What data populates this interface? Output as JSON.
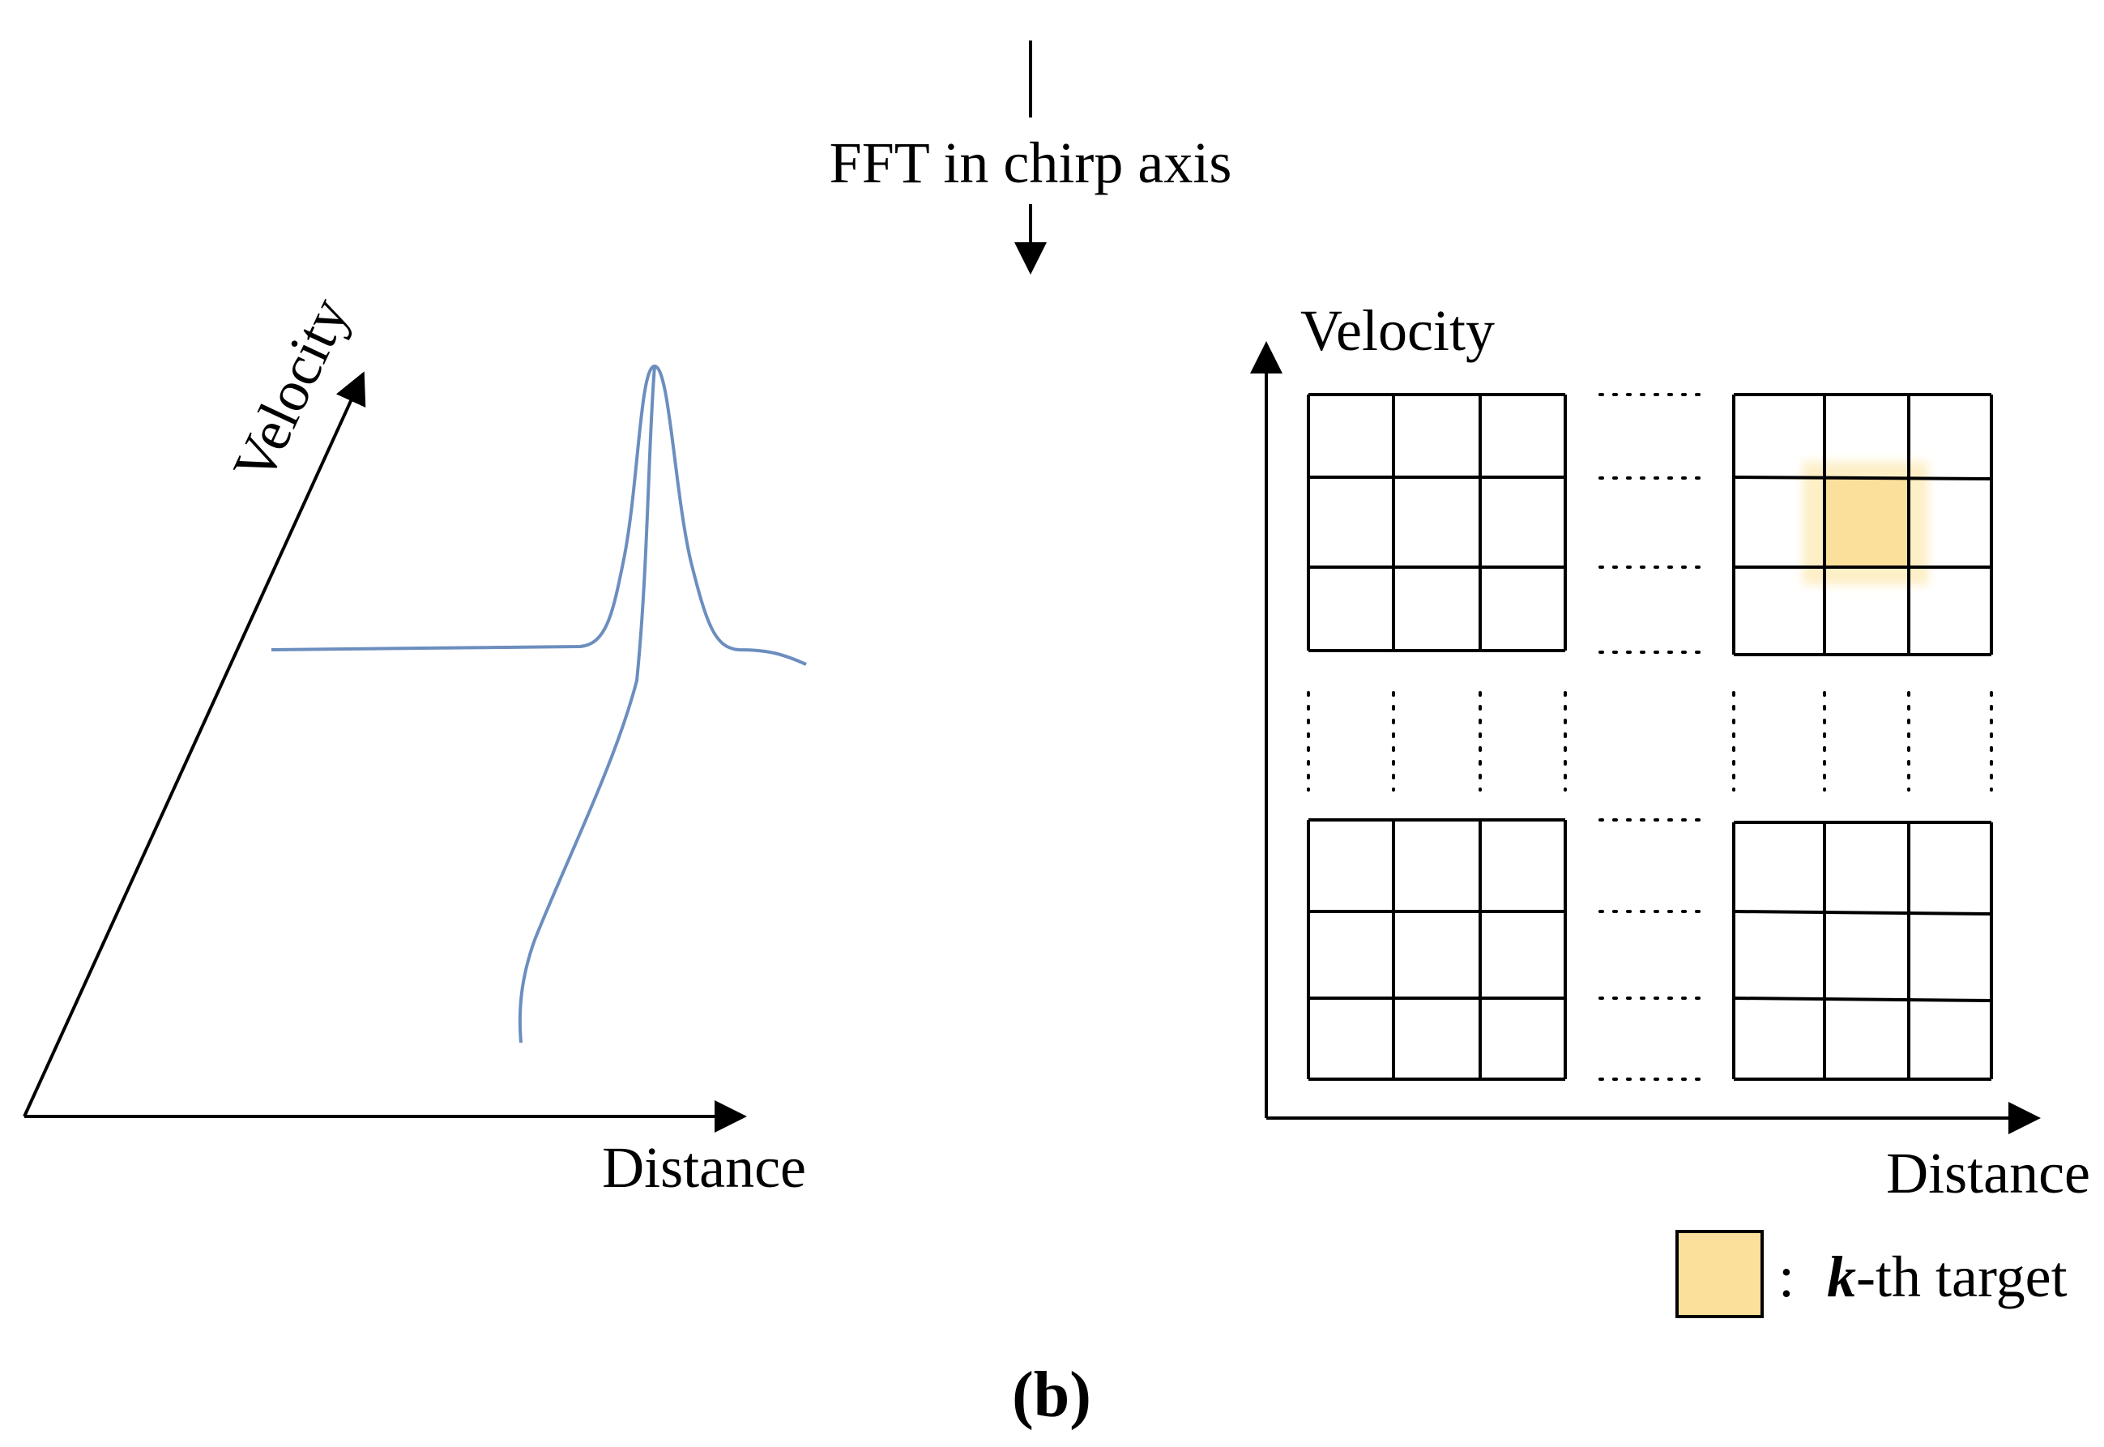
{
  "top_label": "FFT in chirp axis",
  "left_plot": {
    "x_axis_label": "Distance",
    "y_axis_label": "Velocity",
    "curve_color": "#6c8ebf"
  },
  "right_plot": {
    "x_axis_label": "Distance",
    "y_axis_label": "Velocity",
    "highlight_color": "#fbe09b",
    "highlight_glow": "#fdefc6"
  },
  "legend": {
    "colon": ":",
    "k_label": "k",
    "suffix": "-th target",
    "swatch_color": "#fbe09b"
  },
  "panel_label": {
    "open": "(",
    "letter": "b",
    "close": ")"
  }
}
